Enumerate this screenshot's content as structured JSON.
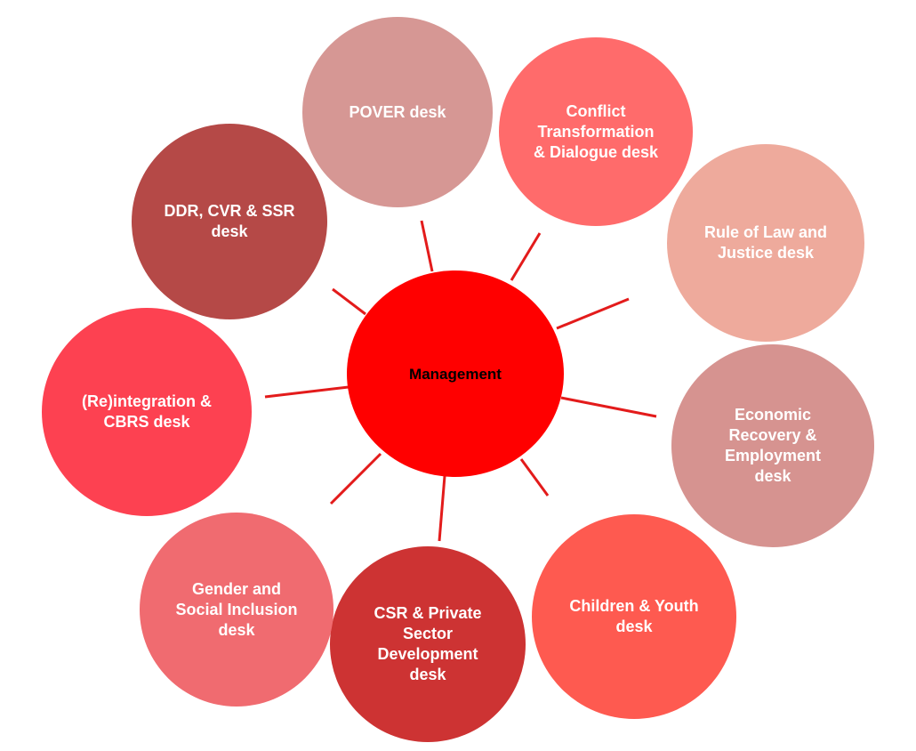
{
  "center": {
    "label": "Management",
    "color": "#ff0000"
  },
  "desks": [
    {
      "label": "POVER desk",
      "color": "#d69794"
    },
    {
      "label": "Conflict\nTransformation\n& Dialogue desk",
      "color": "#ff6b6b"
    },
    {
      "label": "Rule of Law and\nJustice desk",
      "color": "#eeaa9c"
    },
    {
      "label": "Economic\nRecovery &\nEmployment\ndesk",
      "color": "#d69390"
    },
    {
      "label": "Children & Youth\ndesk",
      "color": "#fe5a50"
    },
    {
      "label": "CSR & Private\nSector\nDevelopment\ndesk",
      "color": "#cd3333"
    },
    {
      "label": "Gender and\nSocial Inclusion\ndesk",
      "color": "#f06b70"
    },
    {
      "label": "(Re)integration &\nCBRS desk",
      "color": "#fd4151"
    },
    {
      "label": "DDR, CVR & SSR\ndesk",
      "color": "#b54947"
    }
  ],
  "connector_color": "#e31b1b"
}
